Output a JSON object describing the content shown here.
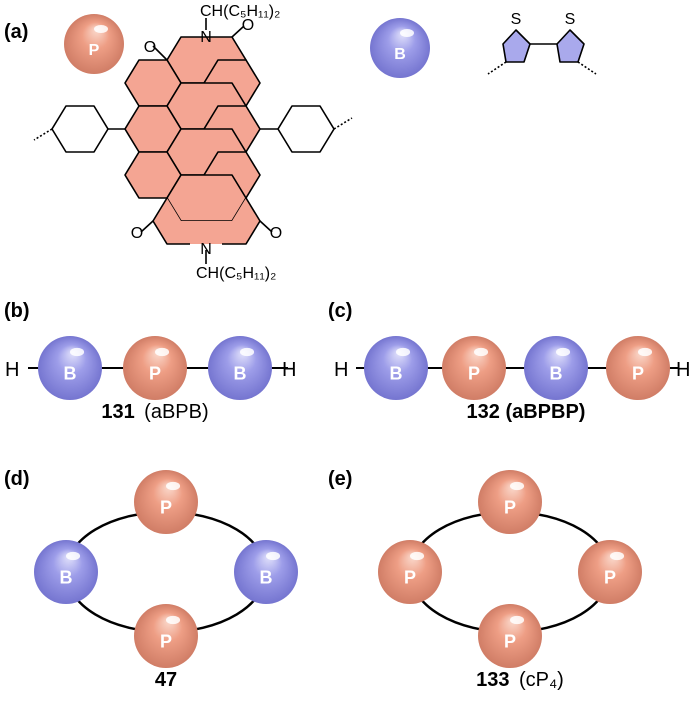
{
  "colors": {
    "perylene": "#f4a593",
    "bithiophene": "#a9a9ec",
    "bead_p_light": "#fbdcd0",
    "bead_p_mid": "#ee9e85",
    "bead_p_dark": "#d07d66",
    "bead_b_light": "#dcdcfb",
    "bead_b_mid": "#9a9ae8",
    "bead_b_dark": "#7474cf",
    "line": "#000000"
  },
  "panels": {
    "a": {
      "label": "(a)",
      "bead_p": "P",
      "bead_b": "B",
      "n_atom": "N",
      "o_atom": "O",
      "s_atom": "S",
      "substituent_top": "CH(C₅H₁₁)₂",
      "substituent_bottom": "CH(C₅H₁₁)₂"
    },
    "b": {
      "label": "(b)",
      "end_left": "H",
      "end_right": "H",
      "beads": [
        "B",
        "P",
        "B"
      ],
      "caption_bold": "131",
      "caption_rest": "(aBPB)"
    },
    "c": {
      "label": "(c)",
      "end_left": "H",
      "end_right": "H",
      "beads": [
        "B",
        "P",
        "B",
        "P"
      ],
      "caption_bold": "132 (aBPBP)",
      "caption_rest": ""
    },
    "d": {
      "label": "(d)",
      "beads": [
        "P",
        "B",
        "P",
        "B"
      ],
      "caption_bold": "47",
      "caption_rest": ""
    },
    "e": {
      "label": "(e)",
      "beads": [
        "P",
        "P",
        "P",
        "P"
      ],
      "caption_bold": "133",
      "caption_rest": "(cP₄)"
    }
  }
}
